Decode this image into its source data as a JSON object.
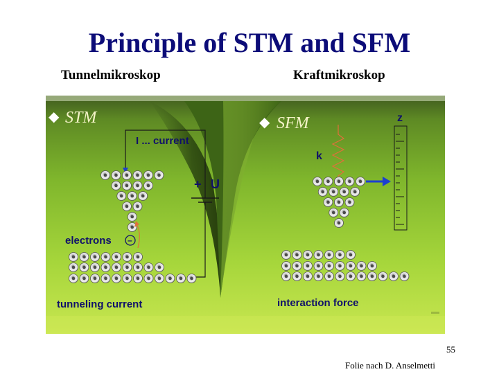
{
  "title": "Principle of STM and SFM",
  "subtitles": {
    "left": "Tunnelmikroskop",
    "right": "Kraftmikroskop"
  },
  "diagram": {
    "stm_heading": "STM",
    "sfm_heading": "SFM",
    "current_label": "I ... current",
    "voltage_plus": "+",
    "voltage_label": "U",
    "electrons_label": "electrons",
    "electron_sign": "–",
    "spring_label": "k",
    "z_label": "z",
    "tunneling_label": "tunneling current",
    "force_label": "interaction force"
  },
  "slide_number": "55",
  "credit": "Folie nach D. Anselmetti",
  "colors": {
    "title": "#0c0c78",
    "heading_text": "#f4f3c8",
    "bullet": "#ffffff",
    "label_text": "#10106a",
    "arrow_blue": "#1c3fd0",
    "arrow_orange": "#e0703a",
    "circuit_line": "#1a1a1a"
  }
}
